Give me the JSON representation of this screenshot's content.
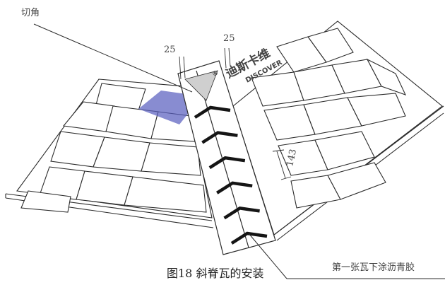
{
  "labels": {
    "cut_corner": "切角",
    "dim_left": "25",
    "dim_right": "25",
    "dim_row": "143",
    "first_tile_note": "第一张瓦下涂沥青胶"
  },
  "caption": "图18  斜脊瓦的安装",
  "watermark": {
    "text_cn": "迪斯卡维",
    "text_en": "DISCOVER",
    "mark": "®"
  },
  "colors": {
    "line": "#2b2b2b",
    "ridge_chevron": "#151515",
    "highlight_blue": "#5a5fbf",
    "watermark_gray": "#bfbfbf",
    "cut_corner_gray": "#cfcfcf"
  }
}
